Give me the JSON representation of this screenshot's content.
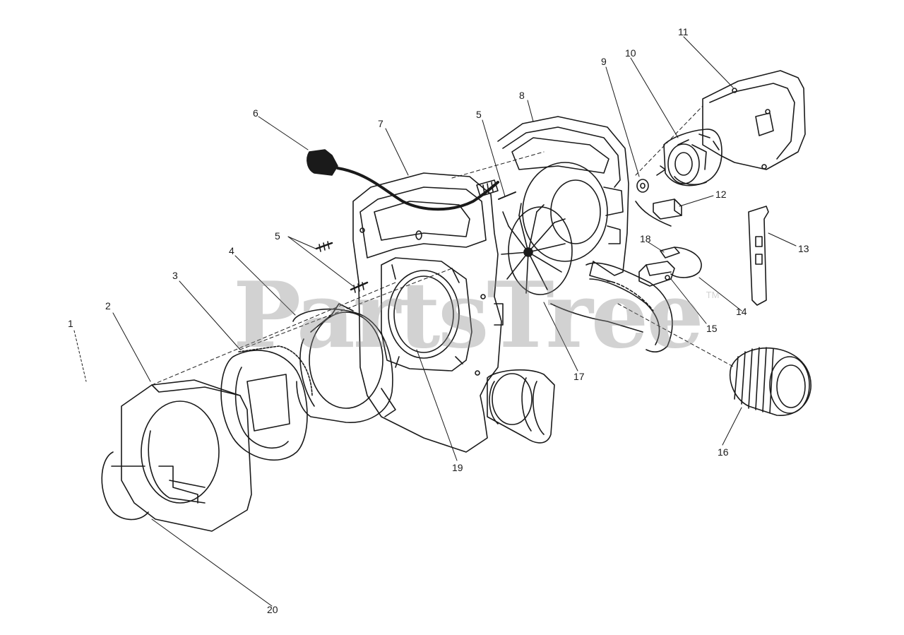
{
  "watermark": {
    "text": "PartsTree",
    "trademark": "TM"
  },
  "callouts": [
    "1",
    "2",
    "3",
    "4",
    "5",
    "5",
    "6",
    "7",
    "8",
    "9",
    "10",
    "11",
    "12",
    "13",
    "14",
    "15",
    "16",
    "17",
    "18",
    "19",
    "20"
  ],
  "colors": {
    "ink": "#1a1a1a",
    "watermark": "#8a8a8a",
    "background": "#ffffff"
  }
}
